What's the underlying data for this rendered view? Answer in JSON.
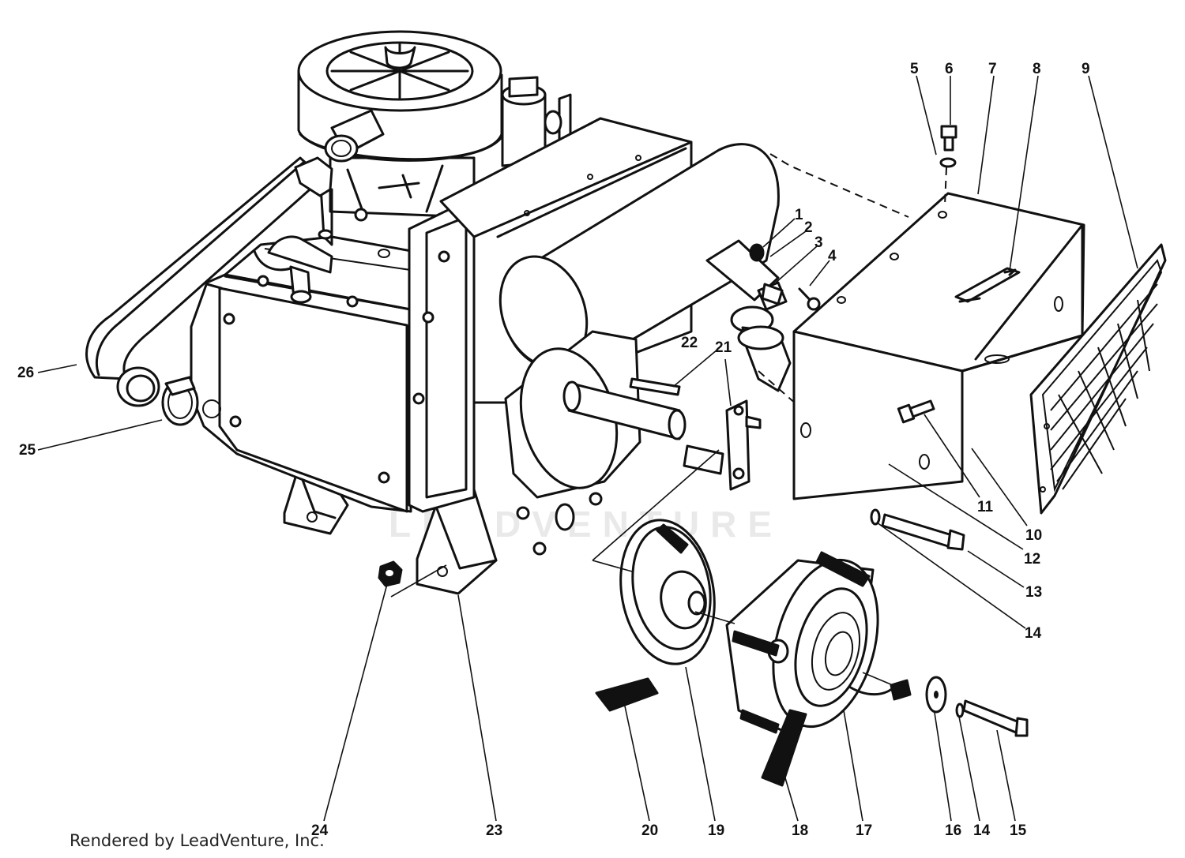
{
  "watermark": "LEADVENTURE",
  "credit": "Rendered by LeadVenture, Inc.",
  "callouts": [
    {
      "id": "c1",
      "label": "1"
    },
    {
      "id": "c2",
      "label": "2"
    },
    {
      "id": "c3",
      "label": "3"
    },
    {
      "id": "c4",
      "label": "4"
    },
    {
      "id": "c5",
      "label": "5"
    },
    {
      "id": "c6",
      "label": "6"
    },
    {
      "id": "c7",
      "label": "7"
    },
    {
      "id": "c8",
      "label": "8"
    },
    {
      "id": "c9",
      "label": "9"
    },
    {
      "id": "c10",
      "label": "10"
    },
    {
      "id": "c11",
      "label": "11"
    },
    {
      "id": "c12",
      "label": "12"
    },
    {
      "id": "c13",
      "label": "13"
    },
    {
      "id": "c14a",
      "label": "14"
    },
    {
      "id": "c15",
      "label": "15"
    },
    {
      "id": "c14b",
      "label": "14"
    },
    {
      "id": "c16",
      "label": "16"
    },
    {
      "id": "c17",
      "label": "17"
    },
    {
      "id": "c18",
      "label": "18"
    },
    {
      "id": "c19",
      "label": "19"
    },
    {
      "id": "c20",
      "label": "20"
    },
    {
      "id": "c21",
      "label": "21"
    },
    {
      "id": "c22",
      "label": "22"
    },
    {
      "id": "c23",
      "label": "23"
    },
    {
      "id": "c24",
      "label": "24"
    },
    {
      "id": "c25",
      "label": "25"
    },
    {
      "id": "c26",
      "label": "26"
    }
  ]
}
